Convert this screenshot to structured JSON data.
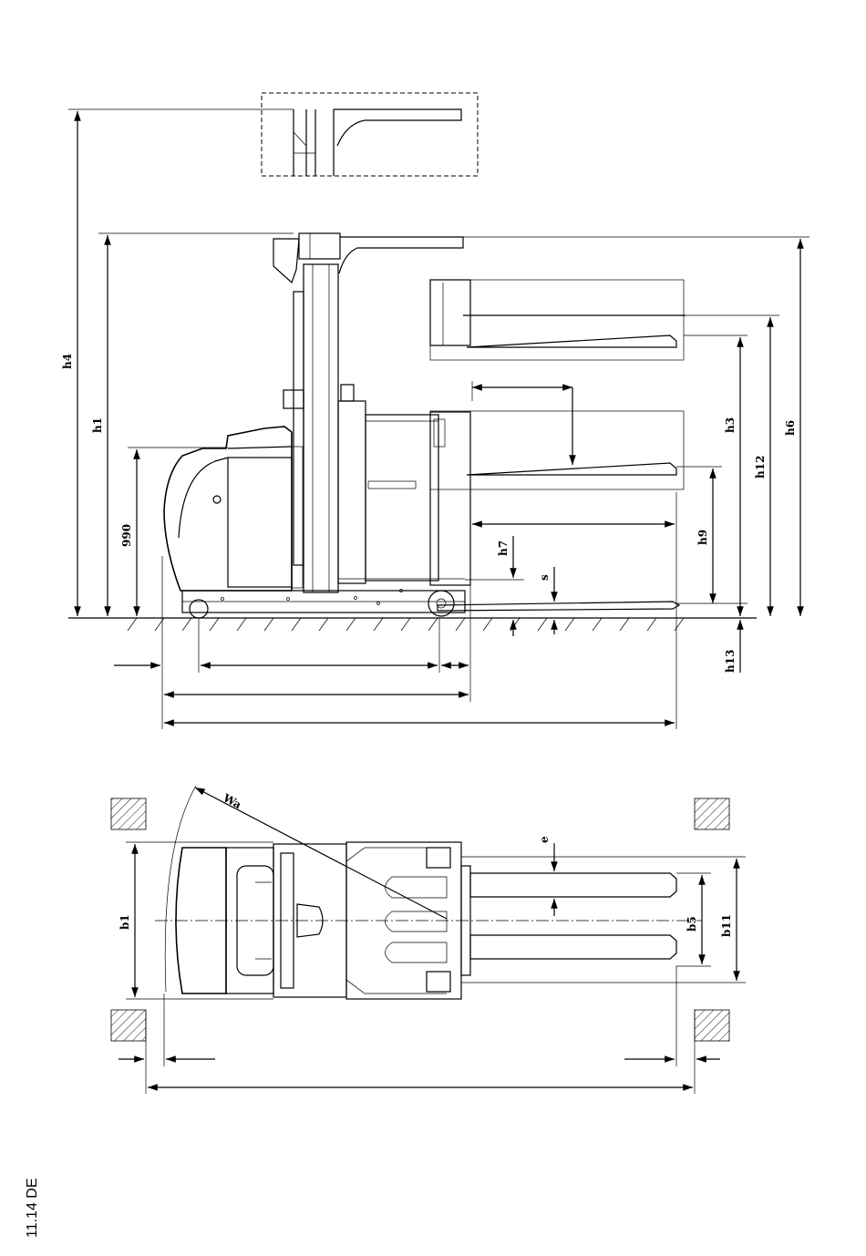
{
  "footer": {
    "revision": "11.14 DE"
  },
  "side_view": {
    "dimension_labels": {
      "h4": "h4",
      "h1": "h1",
      "h990": "990",
      "h3": "h3",
      "h12": "h12",
      "h6": "h6",
      "h9": "h9",
      "h7": "h7",
      "s": "s",
      "h13": "h13"
    }
  },
  "top_view": {
    "dimension_labels": {
      "wa": "Wa",
      "b1": "b1",
      "e": "e",
      "b5": "b5",
      "b11": "b11"
    }
  }
}
